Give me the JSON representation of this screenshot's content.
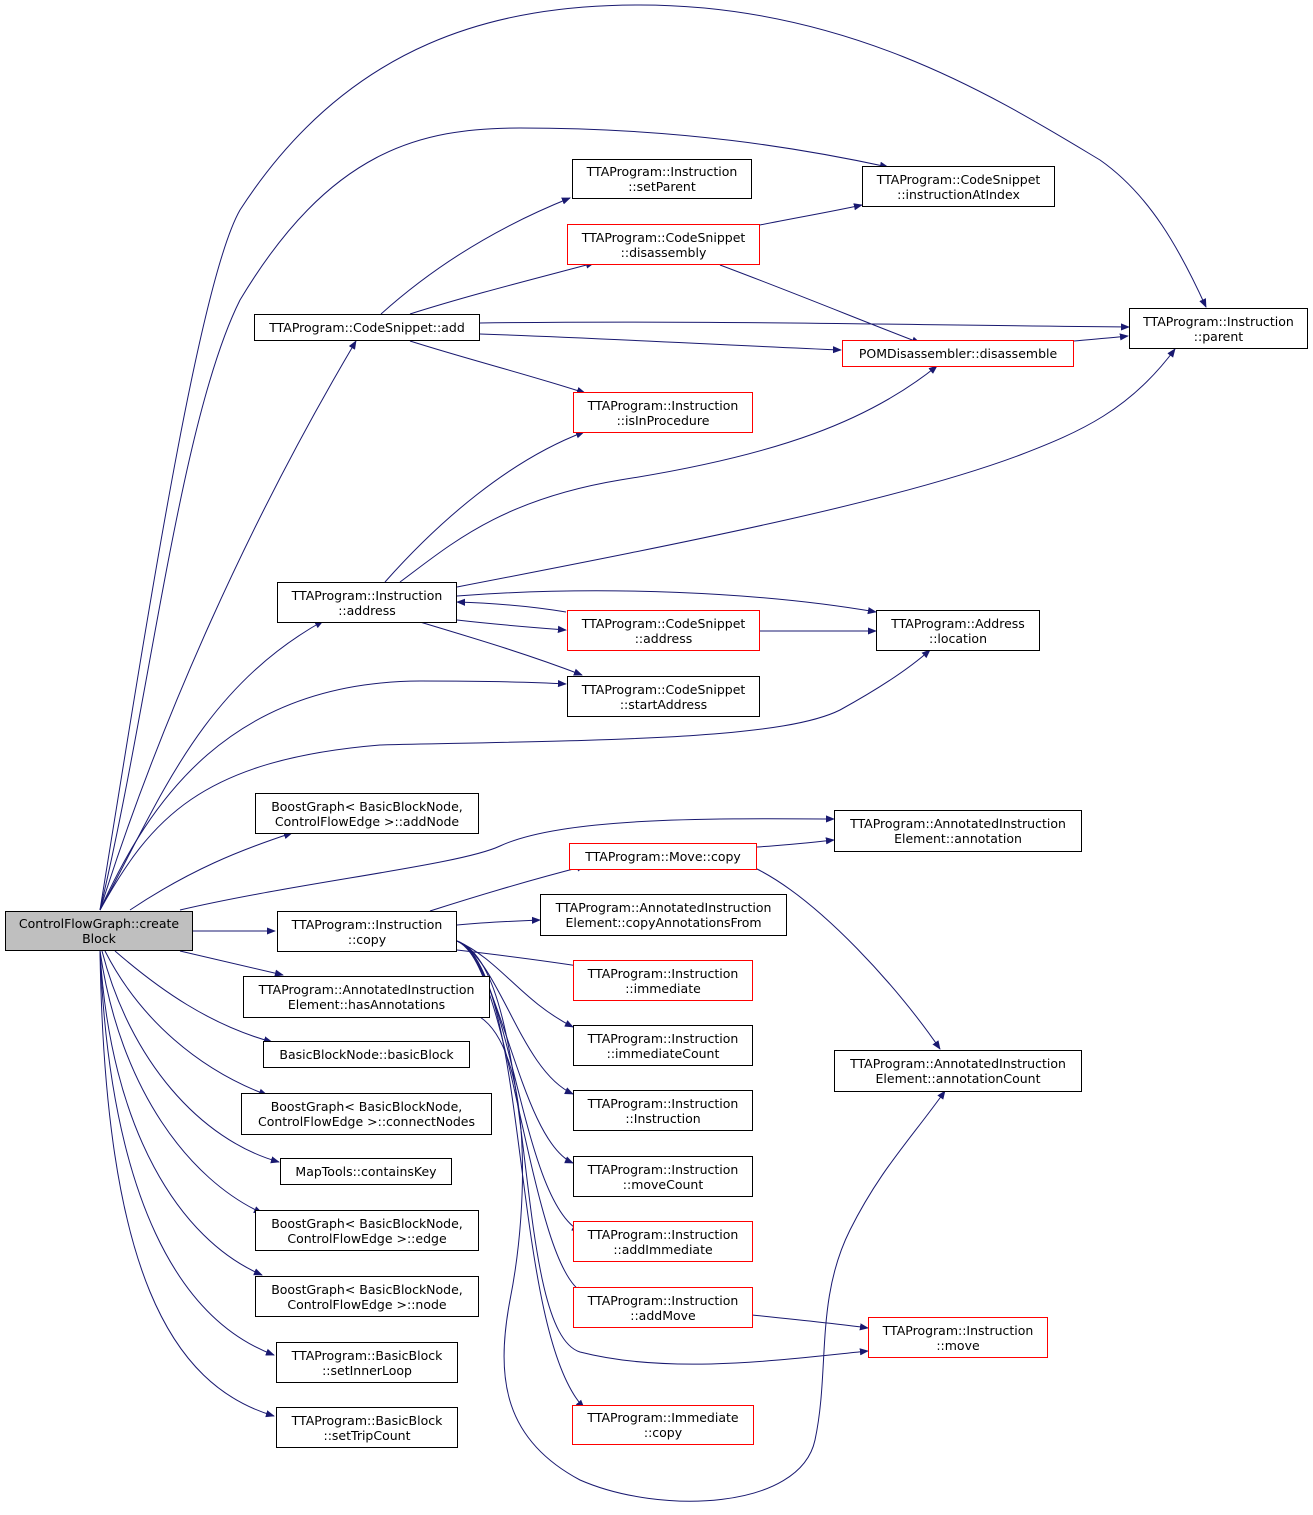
{
  "colors": {
    "edge": "#191970",
    "node_border": "#000000",
    "node_border_incomplete": "#ff0000",
    "root_fill": "#bfbfbf"
  },
  "nodes": [
    {
      "id": "root",
      "lines": [
        "ControlFlowGraph::create",
        "Block"
      ],
      "style": "root"
    },
    {
      "id": "cs_add",
      "lines": [
        "TTAProgram::CodeSnippet::add"
      ],
      "style": "normal"
    },
    {
      "id": "ins_setParent",
      "lines": [
        "TTAProgram::Instruction",
        "::setParent"
      ],
      "style": "normal"
    },
    {
      "id": "cs_instrAt",
      "lines": [
        "TTAProgram::CodeSnippet",
        "::instructionAtIndex"
      ],
      "style": "normal"
    },
    {
      "id": "cs_disasm",
      "lines": [
        "TTAProgram::CodeSnippet",
        "::disassembly"
      ],
      "style": "red"
    },
    {
      "id": "ins_parent",
      "lines": [
        "TTAProgram::Instruction",
        "::parent"
      ],
      "style": "normal"
    },
    {
      "id": "pom_disasm",
      "lines": [
        "POMDisassembler::disassemble"
      ],
      "style": "red"
    },
    {
      "id": "ins_isInProc",
      "lines": [
        "TTAProgram::Instruction",
        "::isInProcedure"
      ],
      "style": "red"
    },
    {
      "id": "ins_address",
      "lines": [
        "TTAProgram::Instruction",
        "::address"
      ],
      "style": "normal"
    },
    {
      "id": "cs_address",
      "lines": [
        "TTAProgram::CodeSnippet",
        "::address"
      ],
      "style": "red"
    },
    {
      "id": "addr_location",
      "lines": [
        "TTAProgram::Address",
        "::location"
      ],
      "style": "normal"
    },
    {
      "id": "cs_startAddr",
      "lines": [
        "TTAProgram::CodeSnippet",
        "::startAddress"
      ],
      "style": "normal"
    },
    {
      "id": "bg_addNode",
      "lines": [
        "BoostGraph< BasicBlockNode,",
        "ControlFlowEdge >::addNode"
      ],
      "style": "normal"
    },
    {
      "id": "aie_annotation",
      "lines": [
        "TTAProgram::AnnotatedInstruction",
        "Element::annotation"
      ],
      "style": "normal"
    },
    {
      "id": "move_copy",
      "lines": [
        "TTAProgram::Move::copy"
      ],
      "style": "red"
    },
    {
      "id": "aie_copyAnn",
      "lines": [
        "TTAProgram::AnnotatedInstruction",
        "Element::copyAnnotationsFrom"
      ],
      "style": "normal"
    },
    {
      "id": "ins_copy",
      "lines": [
        "TTAProgram::Instruction",
        "::copy"
      ],
      "style": "normal"
    },
    {
      "id": "ins_immediate",
      "lines": [
        "TTAProgram::Instruction",
        "::immediate"
      ],
      "style": "red"
    },
    {
      "id": "aie_hasAnn",
      "lines": [
        "TTAProgram::AnnotatedInstruction",
        "Element::hasAnnotations"
      ],
      "style": "normal"
    },
    {
      "id": "ins_immCount",
      "lines": [
        "TTAProgram::Instruction",
        "::immediateCount"
      ],
      "style": "normal"
    },
    {
      "id": "bbn_basicBlock",
      "lines": [
        "BasicBlockNode::basicBlock"
      ],
      "style": "normal"
    },
    {
      "id": "aie_annCount",
      "lines": [
        "TTAProgram::AnnotatedInstruction",
        "Element::annotationCount"
      ],
      "style": "normal"
    },
    {
      "id": "bg_connect",
      "lines": [
        "BoostGraph< BasicBlockNode,",
        "ControlFlowEdge >::connectNodes"
      ],
      "style": "normal"
    },
    {
      "id": "ins_ctor",
      "lines": [
        "TTAProgram::Instruction",
        "::Instruction"
      ],
      "style": "normal"
    },
    {
      "id": "maptools",
      "lines": [
        "MapTools::containsKey"
      ],
      "style": "normal"
    },
    {
      "id": "ins_moveCount",
      "lines": [
        "TTAProgram::Instruction",
        "::moveCount"
      ],
      "style": "normal"
    },
    {
      "id": "bg_edge",
      "lines": [
        "BoostGraph< BasicBlockNode,",
        "ControlFlowEdge >::edge"
      ],
      "style": "normal"
    },
    {
      "id": "ins_addImm",
      "lines": [
        "TTAProgram::Instruction",
        "::addImmediate"
      ],
      "style": "red"
    },
    {
      "id": "bg_node",
      "lines": [
        "BoostGraph< BasicBlockNode,",
        "ControlFlowEdge >::node"
      ],
      "style": "normal"
    },
    {
      "id": "ins_addMove",
      "lines": [
        "TTAProgram::Instruction",
        "::addMove"
      ],
      "style": "red"
    },
    {
      "id": "ins_move",
      "lines": [
        "TTAProgram::Instruction",
        "::move"
      ],
      "style": "red"
    },
    {
      "id": "bb_setInner",
      "lines": [
        "TTAProgram::BasicBlock",
        "::setInnerLoop"
      ],
      "style": "normal"
    },
    {
      "id": "imm_copy",
      "lines": [
        "TTAProgram::Immediate",
        "::copy"
      ],
      "style": "red"
    },
    {
      "id": "bb_setTrip",
      "lines": [
        "TTAProgram::BasicBlock",
        "::setTripCount"
      ],
      "style": "normal"
    }
  ]
}
